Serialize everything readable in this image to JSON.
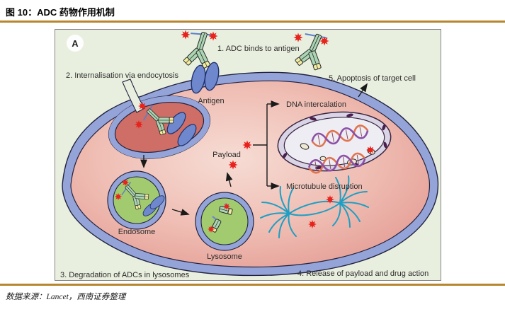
{
  "figure": {
    "title": "图 10：ADC 药物作用机制",
    "source": "数据来源：Lancet，西南证券整理",
    "panel_label": "A"
  },
  "diagram": {
    "steps": [
      "1. ADC binds to antigen",
      "2. Internalisation via endocytosis",
      "3. Degradation of ADCs in lysosomes",
      "4. Release of payload and drug action",
      "5. Apoptosis of target cell"
    ],
    "labels": {
      "antigen": "Antigen",
      "payload": "Payload",
      "endosome": "Endosome",
      "lysosome": "Lysosome",
      "dna_intercalation": "DNA intercalation",
      "microtubule_disruption": "Microtubule disruption"
    },
    "icons": {
      "adc": "antibody-y-with-red-star-payloads",
      "payload": "red-star-burst",
      "antigen": "paired-blue-receptor-ovals",
      "microtubules": "cyan-spindle-asters",
      "dna": "double-helix"
    },
    "colors": {
      "accent_rule": "#b8862e",
      "panel_background": "#e9efdf",
      "membrane_blue": "#95a4d8",
      "cytoplasm_pink": "#eeb4ab",
      "pocket_red": "#ce6e66",
      "organelle_green": "#a2cb70",
      "star_red": "#e8221c",
      "microtubule_cyan": "#1d9fc4",
      "dna_purple": "#8d4fa8",
      "dna_orange": "#e2734e",
      "antibody_green": "#abd5b2",
      "antibody_tip_yellow": "#f2eca1"
    }
  }
}
